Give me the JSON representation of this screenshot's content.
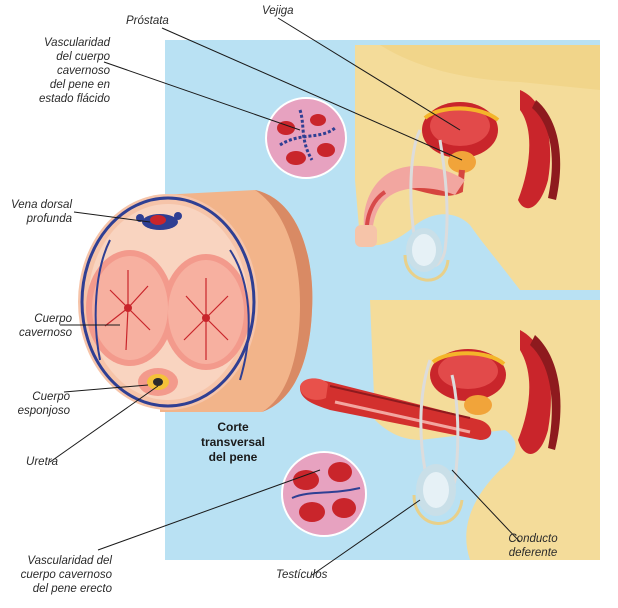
{
  "labels": {
    "prostata": "Próstata",
    "vejiga": "Vejiga",
    "vascularidad_flacido": "Vascularidad\ndel cuerpo\ncavernoso\ndel pene en\nestado flácido",
    "vena_dorsal": "Vena dorsal\nprofunda",
    "cuerpo_cavernoso": "Cuerpo\ncavernoso",
    "cuerpo_esponjoso": "Cuerpo\nesponjoso",
    "uretra": "Uretra",
    "corte": "Corte\ntransversal\ndel pene",
    "vascularidad_erecto": "Vascularidad del\ncuerpo cavernoso\ndel pene erecto",
    "testiculos": "Testículos",
    "conducto": "Conducto\ndeferente"
  },
  "colors": {
    "panel": "#b9e1f3",
    "skin": "#f4dc9a",
    "tissue": "#f6c4a9",
    "organ_red": "#c9252b",
    "vessel": "#2f3f93",
    "magnified_bg": "#e7a2c0"
  }
}
